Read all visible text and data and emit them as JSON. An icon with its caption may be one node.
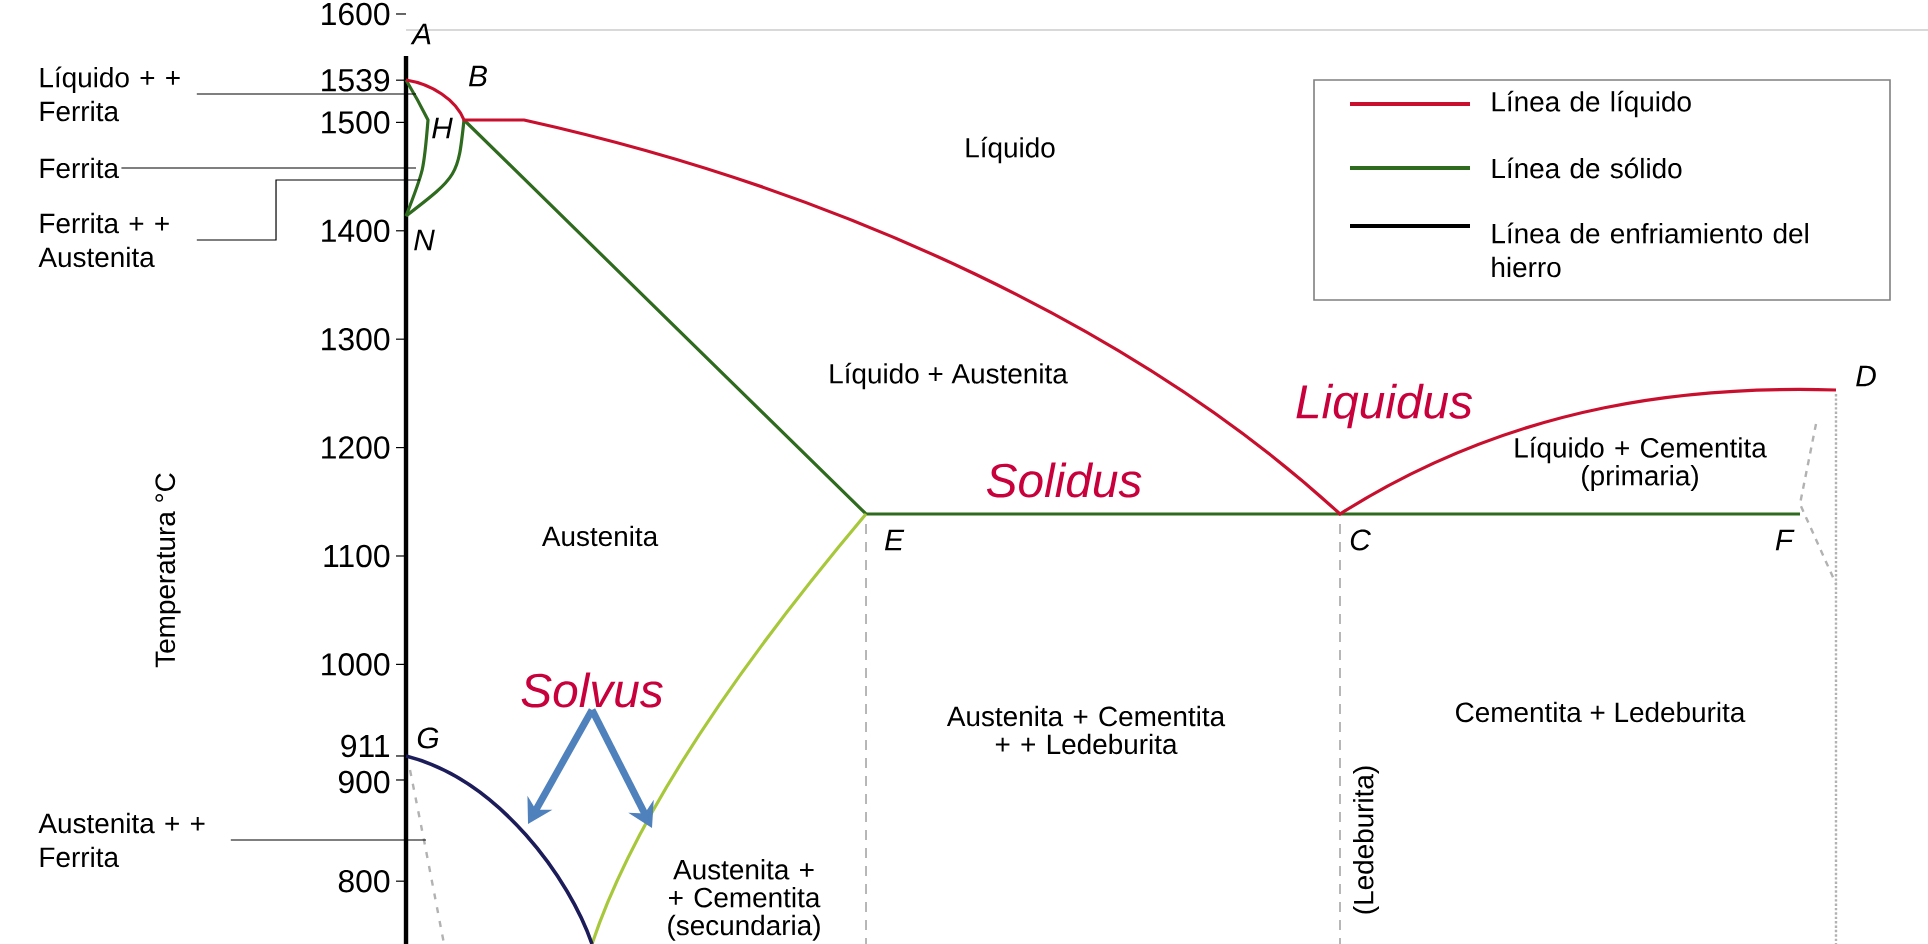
{
  "diagram": {
    "nodes": [
      {
        "text": [
          "Líquido + + Ferrita"
        ]
      },
      {
        "text": [
          "Ferrita"
        ]
      },
      {
        "text": [
          "Ferrita + + Austenita"
        ]
      },
      {
        "text": [
          "Austenita + + Ferrita"
        ]
      },
      {
        "text": [
          "Solvus"
        ]
      }
    ],
    "edges": [
      {
        "from": 0,
        "to": null,
        "arrow": "none"
      },
      {
        "from": 1,
        "to": null,
        "arrow": "none"
      },
      {
        "from": 2,
        "to": null,
        "arrow": "none"
      },
      {
        "from": 3,
        "to": null,
        "arrow": "none"
      },
      {
        "from": 4,
        "to": null,
        "arrow": "to",
        "style": "thick",
        "color": "#4f81bd"
      },
      {
        "from": 4,
        "to": null,
        "arrow": "to",
        "style": "thick",
        "color": "#4f81bd"
      }
    ],
    "labels": [
      "1600",
      "A",
      "1539",
      "1500",
      "B",
      "H",
      "Líquido",
      "1400",
      "N",
      "1300",
      "Líquido + Austenita",
      "Liquidus",
      "1200",
      "Líquido + Cementita (primaria)",
      "D",
      "Solidus",
      "Temperatura °C",
      "1100",
      "Austenita",
      "E",
      "C",
      "F",
      "1000",
      "Austenita + Cementita + + Ledeburita",
      "Cementita + Ledeburita",
      "911",
      "G",
      "900",
      "(Ledeburita)",
      "800",
      "Austenita + + Cementita (secundaria)"
    ],
    "legend": [
      {
        "text": "Línea de líquido"
      },
      {
        "text": "Línea de sólido"
      },
      {
        "text": "Línea de enfriamiento del hierro"
      }
    ]
  }
}
